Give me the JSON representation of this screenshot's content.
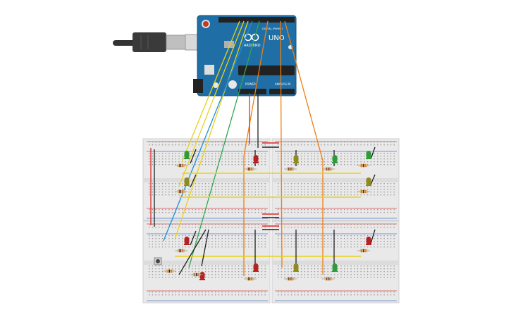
{
  "arduino": {
    "brand": "ARDUINO",
    "model": "UNO",
    "digital_label": "DIGITAL (PWM~)",
    "power_label": "POWER",
    "analog_label": "ANALOG IN",
    "board_color": "#1f6fa6"
  },
  "usb_cable": {
    "color": "#333333"
  },
  "breadboards": {
    "count": 4,
    "board_color": "#e9e9e9",
    "rail_red": "#d94b4b",
    "rail_blue": "#5577cc"
  },
  "components": {
    "led_colors": {
      "green": "#2e9a3a",
      "yellow": "#8f8a1e",
      "red": "#b52222"
    },
    "resistor_color": "#d9b37a",
    "button_color": "#444444"
  },
  "wire_colors": {
    "yellow": "#e8d21a",
    "blue": "#1e8fd6",
    "green": "#2fa84f",
    "orange": "#f07e10",
    "red": "#d92b2b",
    "black": "#222222"
  }
}
